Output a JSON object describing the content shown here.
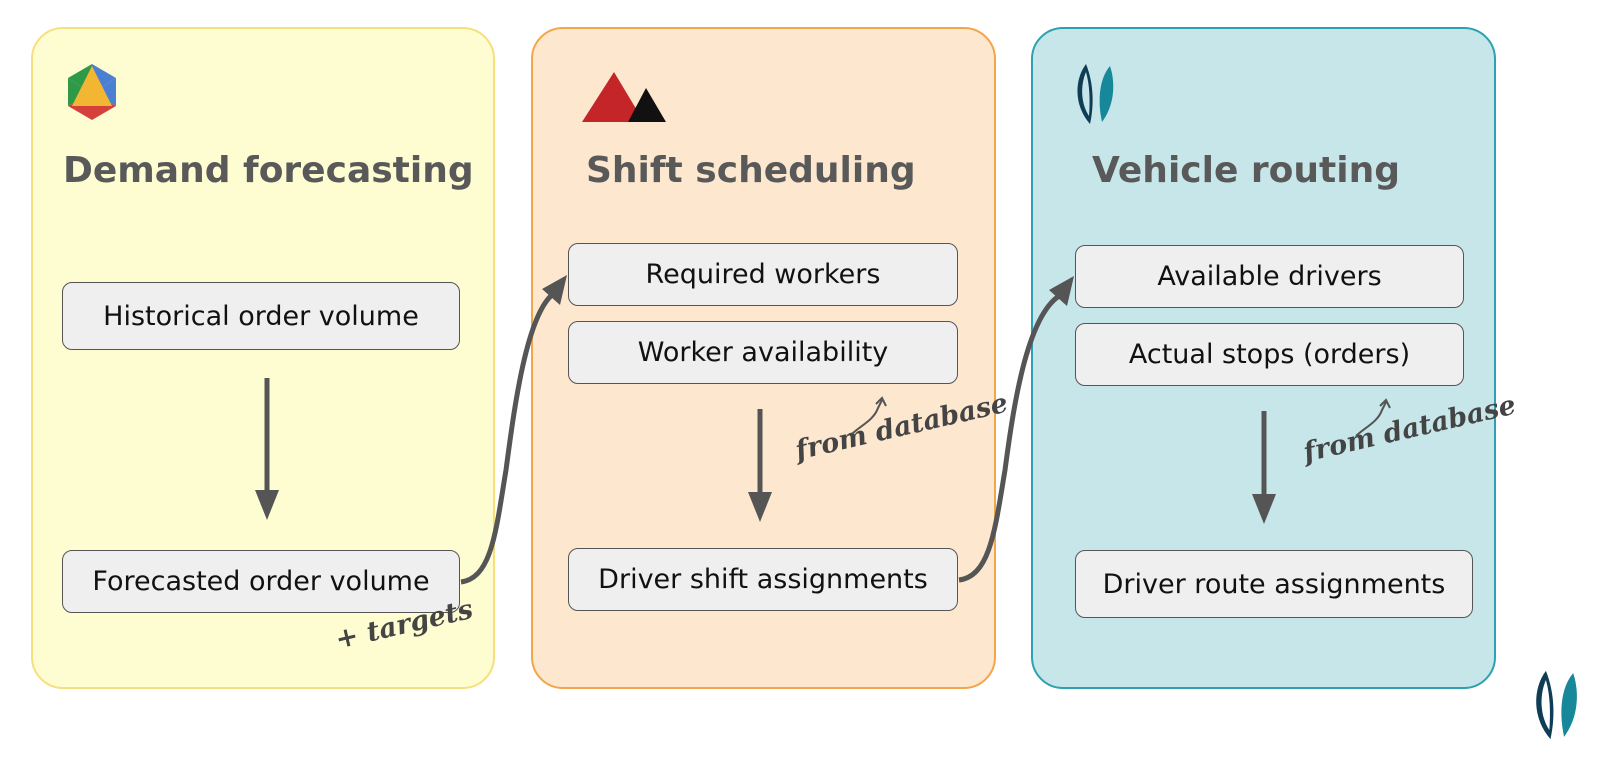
{
  "panels": {
    "demand": {
      "title": "Demand forecasting",
      "nodes": [
        "Historical order volume",
        "Forecasted order volume"
      ],
      "note": "+ targets"
    },
    "shift": {
      "title": "Shift scheduling",
      "nodes": [
        "Required workers",
        "Worker availability",
        "Driver shift assignments"
      ],
      "note": "from database"
    },
    "route": {
      "title": "Vehicle routing",
      "nodes": [
        "Available drivers",
        "Actual stops (orders)",
        "Driver route assignments"
      ],
      "note": "from database"
    }
  },
  "icons": {
    "demand": "hexagon-pyramid-logo-icon",
    "shift": "red-black-triangles-logo-icon",
    "route": "leaf-logo-icon",
    "corner": "leaf-logo-icon"
  },
  "colors": {
    "demand_panel": "#fefdd2",
    "shift_panel": "#fde8cf",
    "route_panel": "#c6e6e9",
    "arrow": "#555555"
  }
}
